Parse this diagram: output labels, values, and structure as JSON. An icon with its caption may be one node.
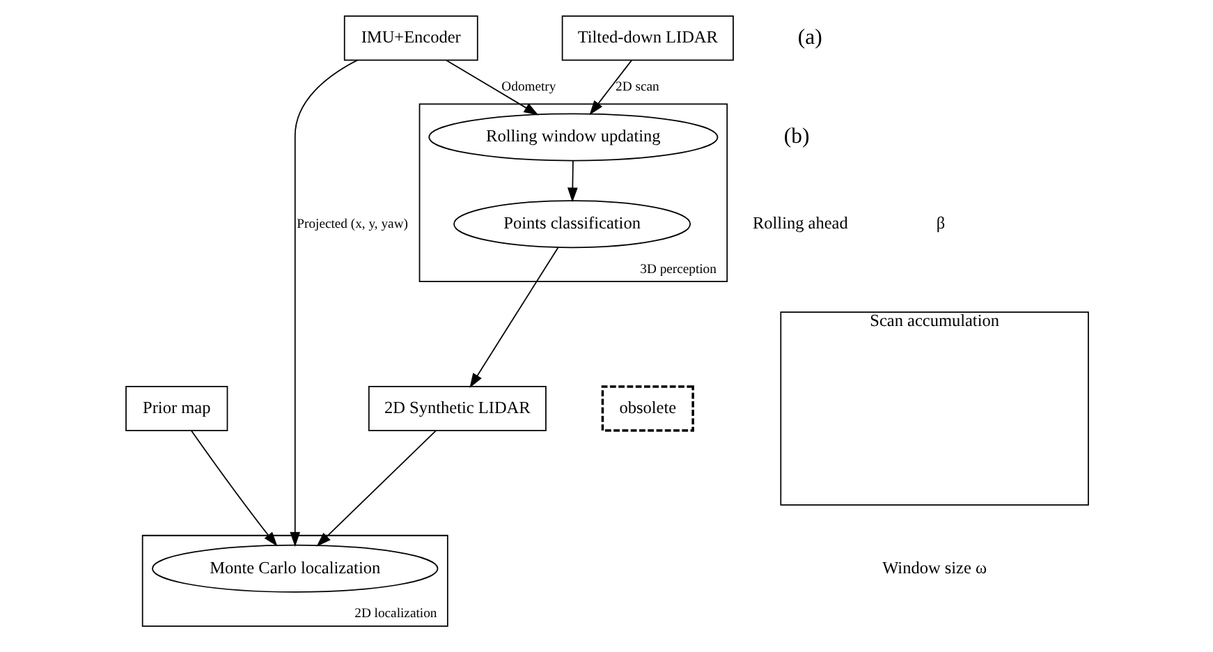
{
  "diagram": {
    "nodes": [
      {
        "text": [
          "Tilted-down LIDAR"
        ]
      },
      {
        "text": [
          "IMU+Encoder"
        ]
      },
      {
        "text": [
          "3D perception"
        ]
      },
      {
        "text": [
          "Rolling window updating"
        ],
        "in": 2
      },
      {
        "text": [
          "Points classification"
        ],
        "in": 2
      },
      {
        "text": [
          "2D Synthetic LIDAR"
        ]
      },
      {
        "text": [
          "2D localization"
        ]
      },
      {
        "text": [
          "Monte Carlo localization"
        ],
        "in": 6
      },
      {
        "text": [
          "Prior map"
        ]
      },
      {
        "text": [
          "obsolete"
        ]
      },
      {
        "text": [
          "Scan accumulation"
        ]
      }
    ],
    "edges": [
      {
        "from": 0,
        "to": 3,
        "arrow": "to",
        "label": "2D scan"
      },
      {
        "from": 1,
        "to": 3,
        "arrow": "to",
        "label": "Odometry"
      },
      {
        "from": 3,
        "to": 4,
        "arrow": "to"
      },
      {
        "from": 4,
        "to": 5,
        "arrow": "to"
      },
      {
        "from": 1,
        "to": 7,
        "arrow": "to",
        "label": "Projected (x, y, yaw)"
      },
      {
        "from": 5,
        "to": 7,
        "arrow": "to"
      },
      {
        "from": 8,
        "to": 7,
        "arrow": "to"
      }
    ],
    "labels": [
      "(a)",
      "(b)",
      "Rolling ahead",
      "β",
      "Window size ω"
    ]
  }
}
